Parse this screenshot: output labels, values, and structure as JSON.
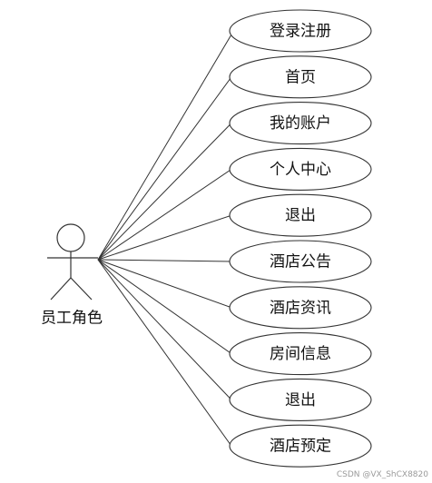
{
  "diagram": {
    "actor": {
      "label": "员工角色"
    },
    "use_cases": [
      {
        "label": "登录注册"
      },
      {
        "label": "首页"
      },
      {
        "label": "我的账户"
      },
      {
        "label": "个人中心"
      },
      {
        "label": "退出"
      },
      {
        "label": "酒店公告"
      },
      {
        "label": "酒店资讯"
      },
      {
        "label": "房间信息"
      },
      {
        "label": "退出"
      },
      {
        "label": "酒店预定"
      }
    ]
  },
  "watermark": "CSDN @VX_ShCX8820"
}
